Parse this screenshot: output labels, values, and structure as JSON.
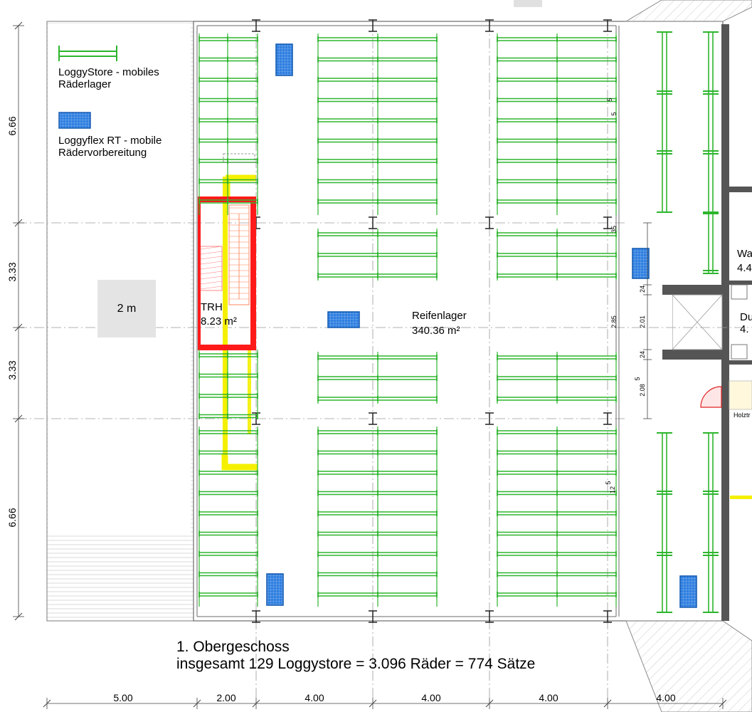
{
  "legend": {
    "loggystore_line1": "LoggyStore - mobiles",
    "loggystore_line2": "Räderlager",
    "loggyflex_line1": "Loggyflex RT - mobile",
    "loggyflex_line2": "Rädervorbereitung"
  },
  "rooms": {
    "trh_name": "TRH",
    "trh_area": "8.23 m²",
    "main_name": "Reifenlager",
    "main_area": "340.36 m²",
    "box_label": "2 m",
    "right_wa": "Wa",
    "right_wa_val": "4.4",
    "right_du": "Du",
    "right_du_val": "4.",
    "holz_label": "Holztr"
  },
  "left_dimensions": [
    "6.66",
    "3.33",
    "3.33",
    "6.66"
  ],
  "bottom_dimensions": [
    "5.00",
    "2.00",
    "4.00",
    "4.00",
    "4.00",
    "4.00"
  ],
  "inner_dimensions": {
    "d285": "2.85",
    "d201": "2.01",
    "d24a": "24",
    "d24b": "24",
    "d208": "2.08",
    "d208_sup": "5",
    "d35": "35",
    "d5a": "5",
    "d5b": "5",
    "d12": "12",
    "d12_sup": "5"
  },
  "caption": {
    "line1": "1. Obergeschoss",
    "line2": "insgesamt 129 Loggystore = 3.096 Räder = 774 Sätze"
  },
  "colors": {
    "rack": "#2db52d",
    "prep_fill": "#2f7fe0",
    "prep_border": "#1a5fb4",
    "stair": "#ff1a1a",
    "path": "#f4f000",
    "wall": "#555555",
    "box": "#e4e4e4"
  }
}
